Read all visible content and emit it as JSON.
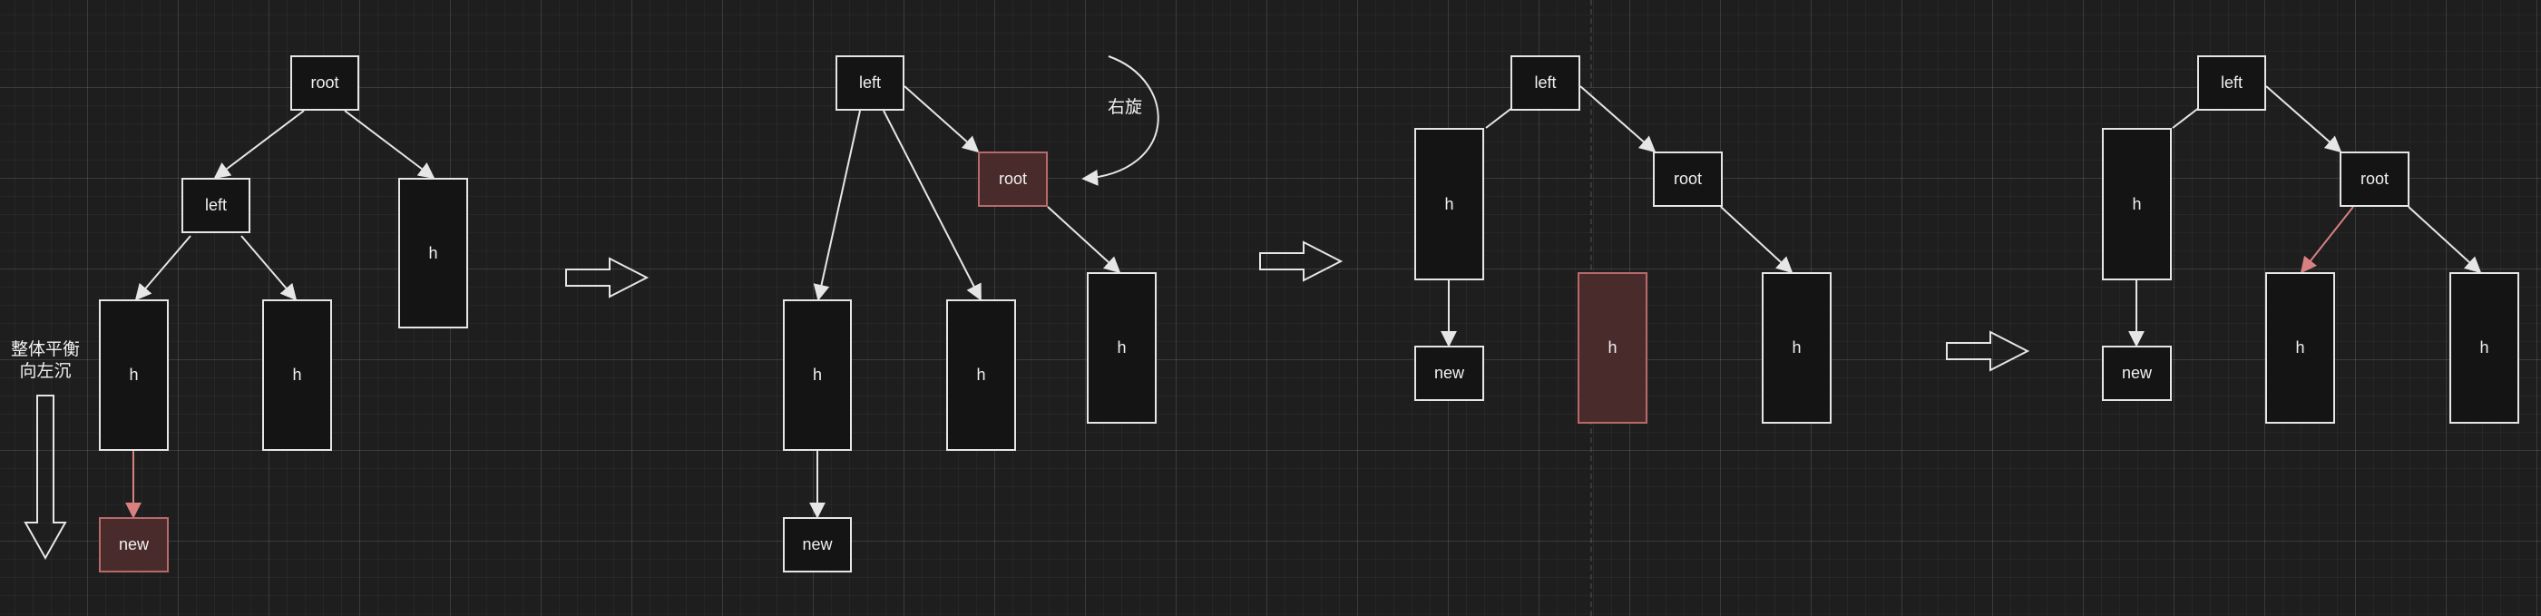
{
  "colors": {
    "background": "#1e1e1e",
    "stroke": "#e6e6e6",
    "highlight_fill": "#4a2b2b",
    "highlight_stroke": "#b86a6a",
    "highlight_edge": "#d98080"
  },
  "labels": {
    "root": "root",
    "left": "left",
    "h": "h",
    "new": "new",
    "balance_line1": "整体平衡",
    "balance_line2": "向左沉",
    "rotate": "右旋"
  },
  "stages": [
    {
      "step": 1,
      "description_nodes": [
        "root",
        "left",
        "h",
        "h",
        "h",
        "new"
      ]
    },
    {
      "step": 2,
      "description_nodes": [
        "left",
        "root",
        "h",
        "h",
        "h",
        "new"
      ]
    },
    {
      "step": 3,
      "description_nodes": [
        "left",
        "h",
        "root",
        "new",
        "h",
        "h"
      ]
    },
    {
      "step": 4,
      "description_nodes": [
        "left",
        "h",
        "root",
        "new",
        "h",
        "h"
      ]
    }
  ]
}
